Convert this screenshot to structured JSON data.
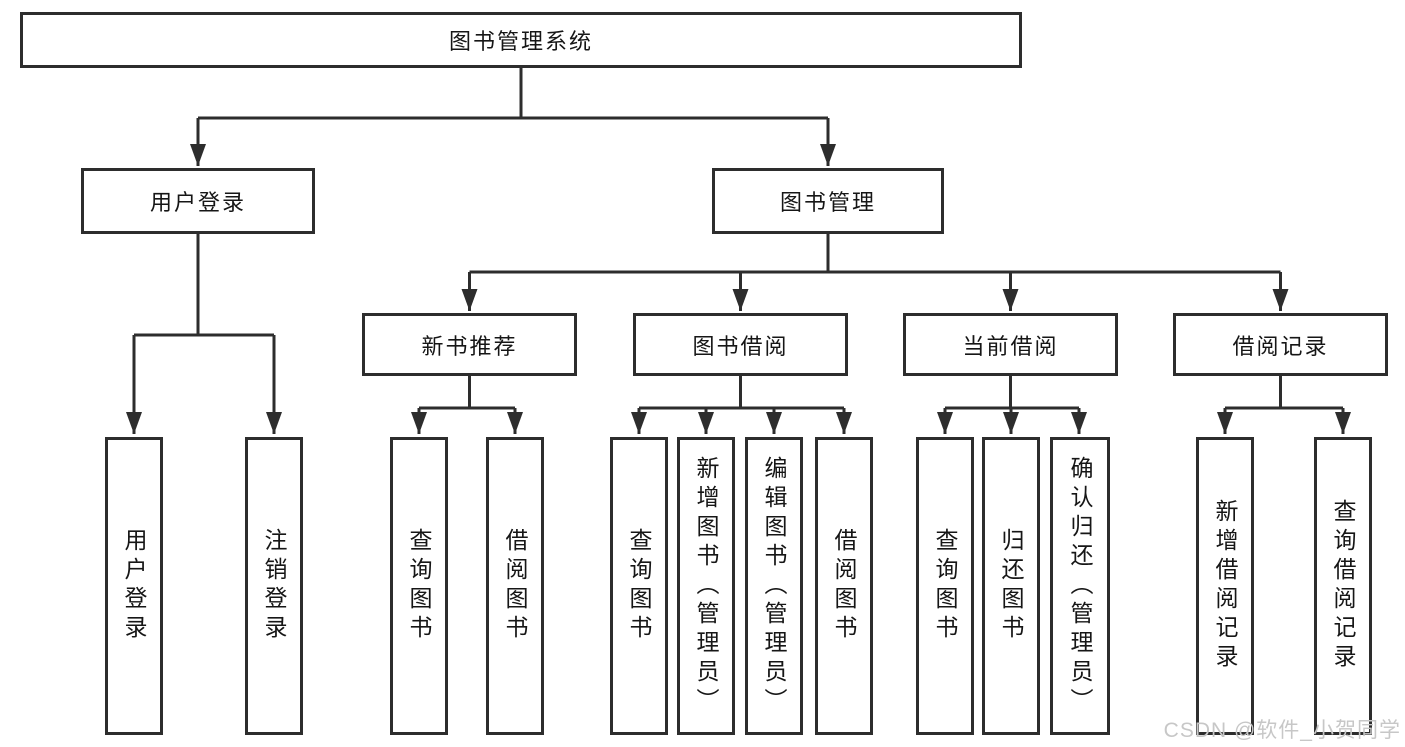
{
  "diagram": {
    "title": "图书管理系统",
    "root": {
      "label": "图书管理系统"
    },
    "level2": [
      {
        "label": "用户登录"
      },
      {
        "label": "图书管理"
      }
    ],
    "level3": [
      {
        "label": "新书推荐",
        "parent": "图书管理"
      },
      {
        "label": "图书借阅",
        "parent": "图书管理"
      },
      {
        "label": "当前借阅",
        "parent": "图书管理"
      },
      {
        "label": "借阅记录",
        "parent": "图书管理"
      }
    ],
    "leaves": [
      {
        "label": "用户登录",
        "parent": "用户登录"
      },
      {
        "label": "注销登录",
        "parent": "用户登录"
      },
      {
        "label": "查询图书",
        "parent": "新书推荐"
      },
      {
        "label": "借阅图书",
        "parent": "新书推荐"
      },
      {
        "label": "查询图书",
        "parent": "图书借阅"
      },
      {
        "label": "新增图书（管理员）",
        "parent": "图书借阅"
      },
      {
        "label": "编辑图书（管理员）",
        "parent": "图书借阅"
      },
      {
        "label": "借阅图书",
        "parent": "图书借阅"
      },
      {
        "label": "查询图书",
        "parent": "当前借阅"
      },
      {
        "label": "归还图书",
        "parent": "当前借阅"
      },
      {
        "label": "确认归还（管理员）",
        "parent": "当前借阅"
      },
      {
        "label": "新增借阅记录",
        "parent": "借阅记录"
      },
      {
        "label": "查询借阅记录",
        "parent": "借阅记录"
      }
    ],
    "colors": {
      "line": "#2d2d2d",
      "text": "#161616",
      "box_background": "#ffffff",
      "watermark": "#c7c7c7"
    }
  },
  "watermark": {
    "text": "CSDN @软件_小贺同学"
  }
}
